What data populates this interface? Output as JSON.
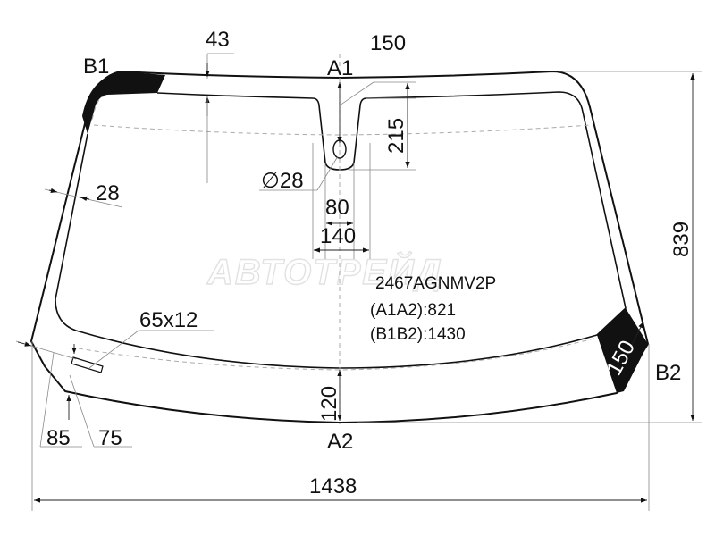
{
  "watermark": "АВТОТРЕЙД",
  "part": {
    "code": "2467AGNMV2P",
    "a1a2": "(A1A2):821",
    "b1b2": "(B1B2):1430"
  },
  "points": {
    "a1": "A1",
    "a2": "A2",
    "b1": "B1",
    "b2": "B2"
  },
  "dimensions": {
    "top_band": "43",
    "sensor_notch_depth": "150",
    "notch_height": "215",
    "hole_diameter": "∅28",
    "notch_inner_width": "80",
    "notch_outer_width": "140",
    "side_band": "28",
    "total_height": "839",
    "vin_window": "65x12",
    "corner_patch": "150",
    "bottom_band": "120",
    "left_offset_a": "85",
    "left_offset_b": "75",
    "total_width": "1438"
  },
  "colors": {
    "line": "#111111",
    "dimension": "#888888",
    "patch": "#111111"
  }
}
